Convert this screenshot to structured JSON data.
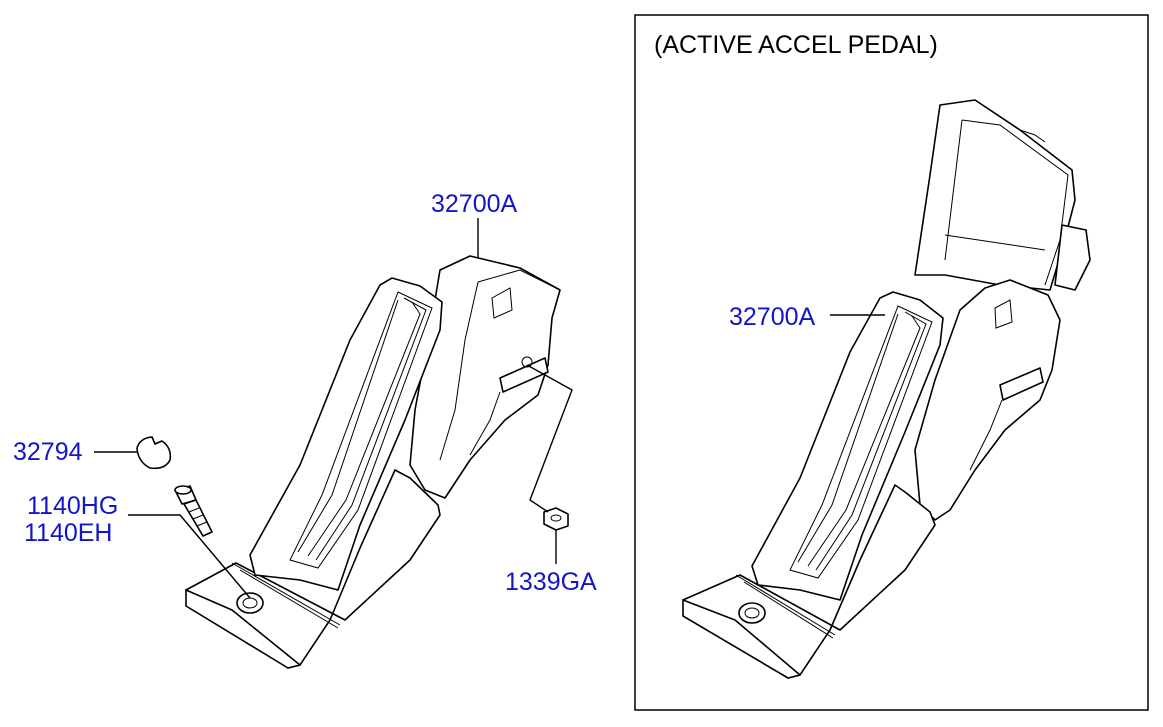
{
  "inset": {
    "title": "(ACTIVE ACCEL PEDAL)"
  },
  "labels": {
    "pedal_main": "32700A",
    "pedal_active": "32700A",
    "cap": "32794",
    "bolt_a": "1140HG",
    "bolt_b": "1140EH",
    "nut": "1339GA"
  },
  "colors": {
    "label": "#1414c8",
    "line": "#000000",
    "background": "#ffffff"
  }
}
